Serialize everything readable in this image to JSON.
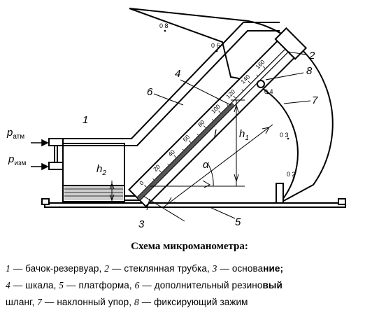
{
  "labels": {
    "p_atm": "p",
    "p_atm_sub": "атм",
    "p_izm": "p",
    "p_izm_sub": "изм",
    "h1": "h",
    "h1_sub": "1",
    "h2": "h",
    "h2_sub": "2",
    "l": "l",
    "alpha": "α",
    "n1": "1",
    "n2": "2",
    "n3": "3",
    "n4": "4",
    "n5": "5",
    "n6": "6",
    "n7": "7",
    "n8": "8"
  },
  "tube_scale": [
    "0",
    "20",
    "40",
    "60",
    "80",
    "100",
    "120",
    "140",
    "160"
  ],
  "arc_scale": [
    "0 8",
    "0 6",
    "0 4",
    "0 3",
    "0 2"
  ],
  "caption": {
    "title": "Схема микроманометра:",
    "line1": [
      {
        "num": "1",
        "text": " — бачок-резервуар, "
      },
      {
        "num": "2",
        "text": " — стеклянная трубка, "
      },
      {
        "num": "3",
        "text": " — основа"
      },
      {
        "bold": "ние;"
      }
    ],
    "line2": [
      {
        "num": "4",
        "text": " — шкала, "
      },
      {
        "num": "5",
        "text": " — платформа, "
      },
      {
        "num": "6",
        "text": " — дополнительный резино"
      },
      {
        "bold": "вый"
      }
    ],
    "line3": [
      {
        "text": "шланг, "
      },
      {
        "num": "7",
        "text": " — наклонный упор, "
      },
      {
        "num": "8",
        "text": " — фиксирующий зажим"
      }
    ]
  }
}
